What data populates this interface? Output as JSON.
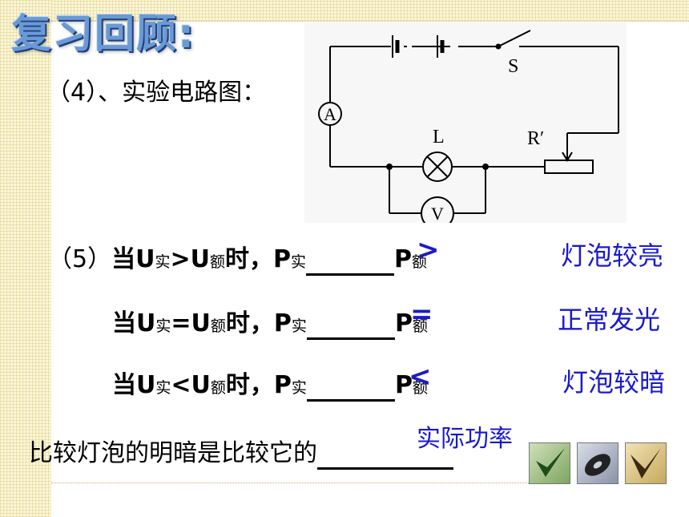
{
  "title": "复习回顾:",
  "item4": {
    "label": "（4）、实验电路图："
  },
  "circuit": {
    "switch_label": "S",
    "ammeter_label": "A",
    "voltmeter_label": "V",
    "lamp_label": "L",
    "rheostat_label": "R′"
  },
  "item5": {
    "prefix": "（5）",
    "rows": [
      {
        "when": "当",
        "u1": "U",
        "s1": "实",
        "op": ">",
        "u2": "U",
        "s2": "额",
        "tail": "时，",
        "p1": "P",
        "ps1": "实",
        "answer": ">",
        "p2": "P",
        "ps2": "额",
        "note": "灯泡较亮"
      },
      {
        "when": "当",
        "u1": "U",
        "s1": "实",
        "op": "=",
        "u2": "U",
        "s2": "额",
        "tail": "时，",
        "p1": "P",
        "ps1": "实",
        "answer": "=",
        "p2": "P",
        "ps2": "额",
        "note": "正常发光"
      },
      {
        "when": "当",
        "u1": "U",
        "s1": "实",
        "op": "<",
        "u2": "U",
        "s2": "额",
        "tail": "时，",
        "p1": "P",
        "ps1": "实",
        "answer": "<",
        "p2": "P",
        "ps2": "额",
        "note": "灯泡较暗"
      }
    ]
  },
  "conclusion": {
    "text": "比较灯泡的明暗是比较它的",
    "answer": "实际功率"
  },
  "colors": {
    "answer_blue": "#1a1acc",
    "title_blue": "#6a9ad6",
    "strip_yellow": "#fbf6d6"
  },
  "icons": [
    "checkmark-green-icon",
    "disc-icon",
    "checkmark-gold-icon"
  ]
}
